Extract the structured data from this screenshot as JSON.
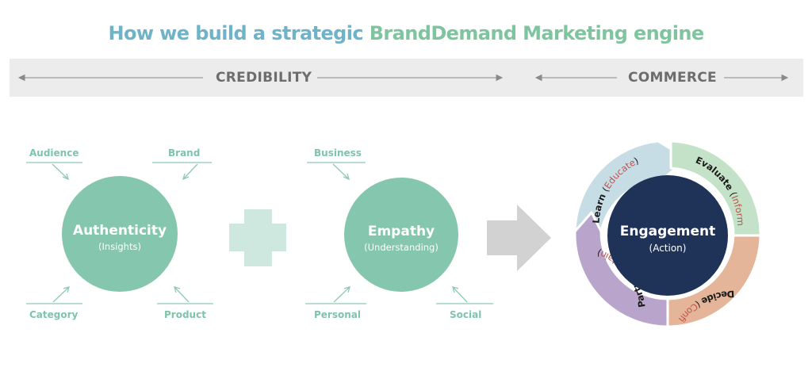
{
  "title": {
    "part1": "How we build a strategic ",
    "part2": "BrandDemand Marketing engine"
  },
  "band": {
    "credibility": "CREDIBILITY",
    "commerce": "COMMERCE"
  },
  "authenticity": {
    "title": "Authenticity",
    "subtitle": "(Insights)",
    "labels": {
      "top_left": "Audience",
      "top_right": "Brand",
      "bottom_left": "Category",
      "bottom_right": "Product"
    }
  },
  "empathy": {
    "title": "Empathy",
    "subtitle": "(Understanding)",
    "labels": {
      "top_left": "Business",
      "bottom_left": "Personal",
      "bottom_right": "Social"
    }
  },
  "engagement": {
    "title": "Engagement",
    "subtitle": "(Action)",
    "cycle": [
      {
        "name": "Learn",
        "paren": "Educate",
        "color": "#c7dde6"
      },
      {
        "name": "Evaluate",
        "paren": "Inform",
        "color": "#c4e2c7"
      },
      {
        "name": "Decide",
        "paren": "Confirm",
        "color": "#e5b59a"
      },
      {
        "name": "Partner",
        "paren": "Retain",
        "color": "#b9a5cc"
      }
    ]
  },
  "colors": {
    "teal": "#85c6ae",
    "plus": "#cfe8df",
    "arrow_gray": "#d2d2d2",
    "navy": "#1f3258",
    "paren_red": "#c0534c"
  }
}
